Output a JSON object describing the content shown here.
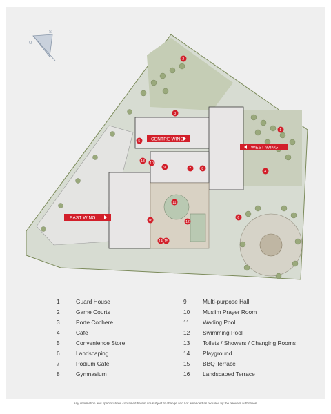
{
  "compass": {
    "letters": [
      "S",
      "U"
    ]
  },
  "wings": [
    {
      "id": "centre",
      "label": "CENTRE WING",
      "direction": "right"
    },
    {
      "id": "west",
      "label": "WEST WING",
      "direction": "left"
    },
    {
      "id": "east",
      "label": "EAST WING",
      "direction": "right"
    }
  ],
  "markers": [
    "1",
    "2",
    "3",
    "4",
    "5",
    "6",
    "7",
    "8",
    "9",
    "10",
    "11",
    "12",
    "13",
    "14",
    "15",
    "16"
  ],
  "legend": [
    {
      "num": "1",
      "label": "Guard House"
    },
    {
      "num": "2",
      "label": "Game Courts"
    },
    {
      "num": "3",
      "label": "Porte Cochere"
    },
    {
      "num": "4",
      "label": "Cafe"
    },
    {
      "num": "5",
      "label": "Convenience Store"
    },
    {
      "num": "6",
      "label": "Landscaping"
    },
    {
      "num": "7",
      "label": "Podium Cafe"
    },
    {
      "num": "8",
      "label": "Gymnasium"
    },
    {
      "num": "9",
      "label": "Multi-purpose Hall"
    },
    {
      "num": "10",
      "label": "Muslim Prayer Room"
    },
    {
      "num": "11",
      "label": "Wading Pool"
    },
    {
      "num": "12",
      "label": "Swimming Pool"
    },
    {
      "num": "13",
      "label": "Toilets / Showers / Changing Rooms"
    },
    {
      "num": "14",
      "label": "Playground"
    },
    {
      "num": "15",
      "label": "BBQ Terrace"
    },
    {
      "num": "16",
      "label": "Landscaped Terrace"
    }
  ],
  "disclaimer": "Any information and specifications contained herein are subject to change and / or amended as required by the relevant authorities.",
  "colors": {
    "marker": "#d21f2a",
    "building": "#e8e6e6",
    "outline": "#3a3a3a",
    "green": "#8fa46b",
    "pool": "#b9c9b2"
  }
}
